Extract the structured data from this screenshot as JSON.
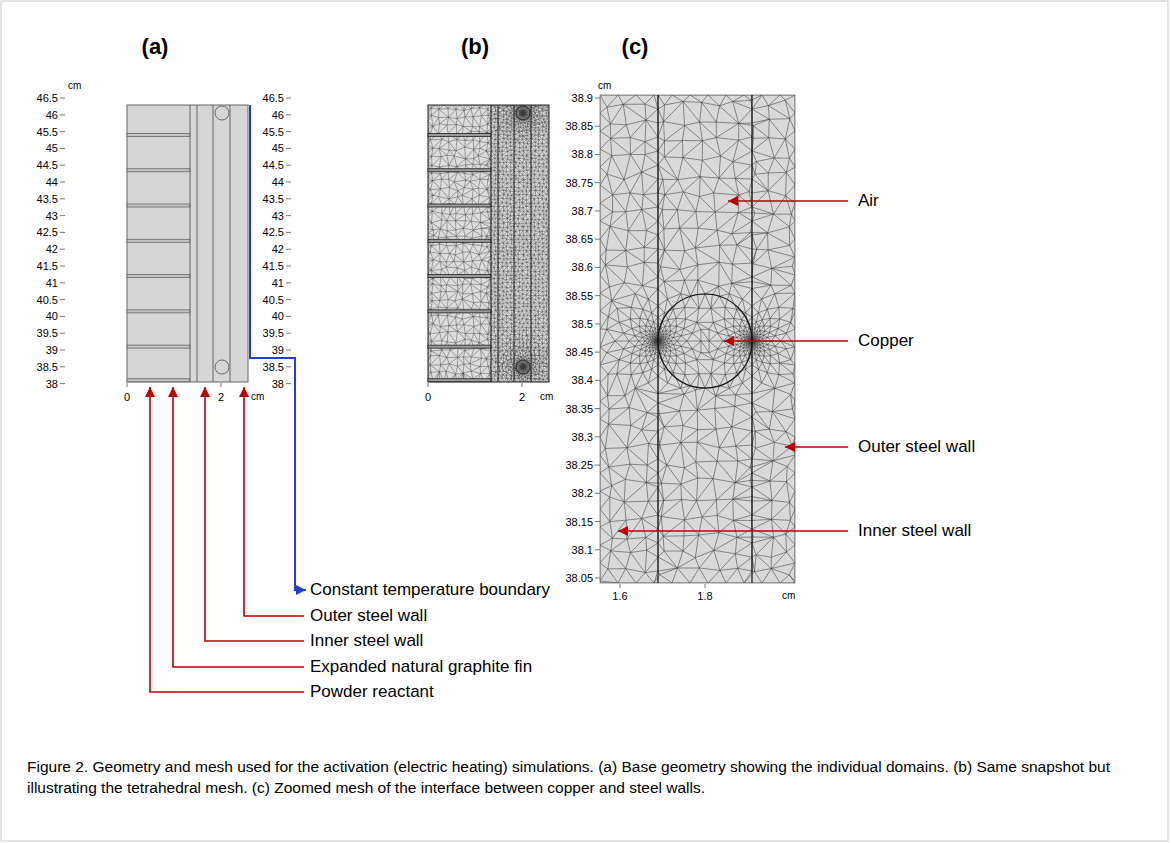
{
  "diagram": {
    "caption": "Figure 2. Geometry and mesh used for the activation (electric heating) simulations. (a) Base geometry showing the individual domains. (b) Same snapshot but illustrating the tetrahedral mesh. (c) Zoomed mesh of the interface between copper and steel walls.",
    "labels": [
      "(a)",
      "(b)",
      "(c)",
      "cm",
      "46.5",
      "46",
      "45.5",
      "45",
      "44.5",
      "44",
      "43.5",
      "43",
      "42.5",
      "42",
      "41.5",
      "41",
      "40.5",
      "40",
      "39.5",
      "39",
      "38.5",
      "38",
      "46.5",
      "46",
      "45.5",
      "45",
      "44.5",
      "44",
      "43.5",
      "43",
      "42.5",
      "42",
      "41.5",
      "41",
      "40.5",
      "40",
      "39.5",
      "39",
      "38.5",
      "38",
      "0",
      "2",
      "cm",
      "0",
      "2",
      "cm",
      "cm",
      "38.9",
      "38.85",
      "38.8",
      "38.75",
      "38.7",
      "38.65",
      "38.6",
      "38.55",
      "38.5",
      "38.45",
      "38.4",
      "38.35",
      "38.3",
      "38.25",
      "38.2",
      "38.15",
      "38.1",
      "38.05",
      "1.6",
      "1.8",
      "cm",
      "Air",
      "Copper",
      "Outer steel wall",
      "Inner steel wall",
      "Constant temperature boundary",
      "Outer steel wall",
      "Inner steel wall",
      "Expanded natural graphite fin",
      "Powder reactant"
    ]
  }
}
